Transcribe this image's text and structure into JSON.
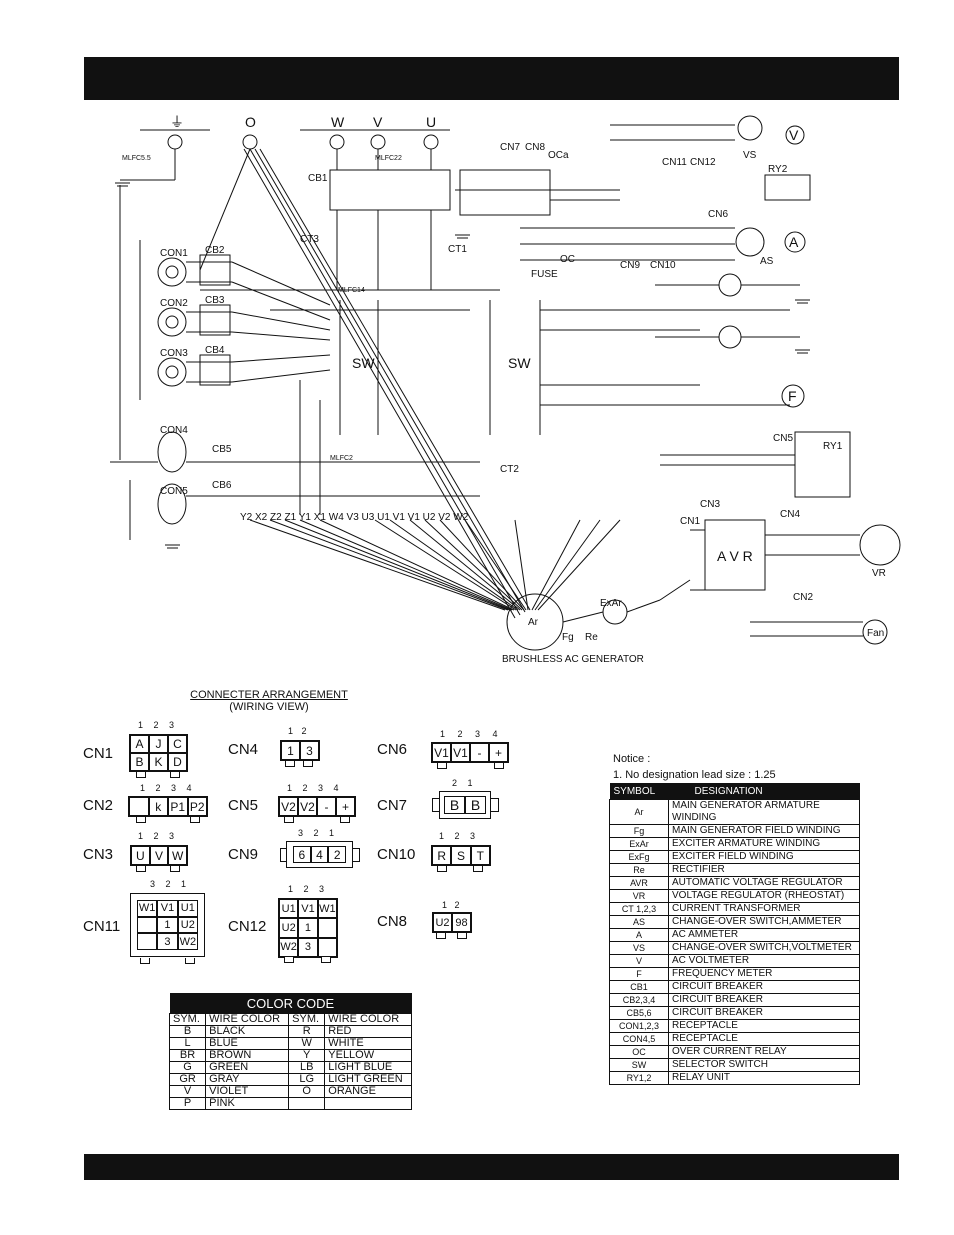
{
  "schematic": {
    "terminals": [
      "⏚",
      "O",
      "W",
      "V",
      "U"
    ],
    "generator_label": "BRUSHLESS AC GENERATOR",
    "labels": {
      "cb1": "CB1",
      "cb2": "CB2",
      "cb3": "CB3",
      "cb4": "CB4",
      "cb5": "CB5",
      "cb6": "CB6",
      "con1": "CON1",
      "con2": "CON2",
      "con3": "CON3",
      "con4": "CON4",
      "con5": "CON5",
      "ct3": "CT3",
      "ct2": "CT2",
      "ct1": "CT1",
      "sw_left": "SW",
      "sw_right": "SW",
      "avr": "A V R",
      "ar": "Ar",
      "exar": "ExAr",
      "fg": "Fg",
      "re": "Re",
      "vs": "VS",
      "as": "AS",
      "vr": "VR",
      "fan": "Fan",
      "fuse": "FUSE",
      "ry1": "RY1",
      "ry2": "RY2",
      "oc": "OCa",
      "dc": "OC",
      "cn7": "CN7",
      "cn8": "CN8",
      "cn9": "CN9",
      "cn10": "CN10",
      "cn11": "CN11",
      "cn12": "CN12",
      "cn6": "CN6",
      "cn5": "CN5",
      "cn3": "CN3",
      "cn1": "CN1",
      "cn2": "CN2",
      "cn4": "CN4",
      "meter_v": "V",
      "meter_a": "A",
      "meter_f": "F",
      "mlfc14": "MLFC14",
      "mlfc22": "MLFC22",
      "mlfc2": "MLFC2",
      "mlfc55": "MLFC5.5",
      "bottom_wires": "Y2 X2 Z2 Z1 Y1 X1 W4 V3 U3 U1 V1 V1 U2 V2 W2"
    }
  },
  "connector_arrangement": {
    "title": "CONNECTER ARRANGEMENT",
    "subtitle": "(WIRING VIEW)",
    "connectors": [
      {
        "name": "CN1",
        "pins": "1 2 3",
        "cells": [
          "A",
          "J",
          "C",
          "B",
          "K",
          "D"
        ]
      },
      {
        "name": "CN2",
        "pins": "1 2 3 4",
        "cells": [
          "",
          "k",
          "P1",
          "P2"
        ]
      },
      {
        "name": "CN3",
        "pins": "1 2 3",
        "cells": [
          "U",
          "V",
          "W"
        ]
      },
      {
        "name": "CN4",
        "pins": "1 2",
        "cells": [
          "1",
          "3"
        ]
      },
      {
        "name": "CN5",
        "pins": "1 2 3 4",
        "cells": [
          "V2",
          "V2",
          "-",
          "+"
        ]
      },
      {
        "name": "CN6",
        "pins": "1 2 3 4",
        "cells": [
          "V1",
          "V1",
          "-",
          "+"
        ]
      },
      {
        "name": "CN7",
        "pins": "2 1",
        "cells": [
          "B",
          "B"
        ]
      },
      {
        "name": "CN8",
        "pins": "1 2",
        "cells": [
          "U2",
          "98"
        ]
      },
      {
        "name": "CN9",
        "pins": "3 2 1",
        "cells": [
          "6",
          "4",
          "2"
        ]
      },
      {
        "name": "CN10",
        "pins": "1 2 3",
        "cells": [
          "R",
          "S",
          "T"
        ]
      },
      {
        "name": "CN11",
        "pins": "3 2 1",
        "cells": [
          "W1",
          "V1",
          "U1",
          "",
          "1",
          "U2",
          "",
          "3",
          "W2"
        ]
      },
      {
        "name": "CN12",
        "pins": "1 2 3",
        "cells": [
          "U1",
          "V1",
          "W1",
          "U2",
          "1",
          "",
          "W2",
          "3",
          ""
        ]
      }
    ]
  },
  "color_code": {
    "title": "COLOR CODE",
    "headers": [
      "SYM.",
      "WIRE COLOR",
      "SYM.",
      "WIRE COLOR"
    ],
    "rows": [
      [
        "B",
        "BLACK",
        "R",
        "RED"
      ],
      [
        "L",
        "BLUE",
        "W",
        "WHITE"
      ],
      [
        "BR",
        "BROWN",
        "Y",
        "YELLOW"
      ],
      [
        "G",
        "GREEN",
        "LB",
        "LIGHT BLUE"
      ],
      [
        "GR",
        "GRAY",
        "LG",
        "LIGHT GREEN"
      ],
      [
        "V",
        "VIOLET",
        "O",
        "ORANGE"
      ],
      [
        "P",
        "PINK",
        "",
        ""
      ]
    ]
  },
  "notice": {
    "heading": "Notice :",
    "line1": "1. No designation lead size : 1.25"
  },
  "legend": {
    "headers": [
      "SYMBOL",
      "DESIGNATION"
    ],
    "rows": [
      [
        "Ar",
        "MAIN GENERATOR ARMATURE WINDING"
      ],
      [
        "Fg",
        "MAIN GENERATOR FIELD WINDING"
      ],
      [
        "ExAr",
        "EXCITER ARMATURE WINDING"
      ],
      [
        "ExFg",
        "EXCITER FIELD WINDING"
      ],
      [
        "Re",
        "RECTIFIER"
      ],
      [
        "AVR",
        "AUTOMATIC VOLTAGE REGULATOR"
      ],
      [
        "VR",
        "VOLTAGE REGULATOR (RHEOSTAT)"
      ],
      [
        "CT 1,2,3",
        "CURRENT TRANSFORMER"
      ],
      [
        "AS",
        "CHANGE-OVER SWITCH,AMMETER"
      ],
      [
        "A",
        "AC AMMETER"
      ],
      [
        "VS",
        "CHANGE-OVER SWITCH,VOLTMETER"
      ],
      [
        "V",
        "AC VOLTMETER"
      ],
      [
        "F",
        "FREQUENCY METER"
      ],
      [
        "CB1",
        "CIRCUIT BREAKER"
      ],
      [
        "CB2,3,4",
        "CIRCUIT BREAKER"
      ],
      [
        "CB5,6",
        "CIRCUIT BREAKER"
      ],
      [
        "CON1,2,3",
        "RECEPTACLE"
      ],
      [
        "CON4,5",
        "RECEPTACLE"
      ],
      [
        "OC",
        "OVER CURRENT RELAY"
      ],
      [
        "SW",
        "SELECTOR SWITCH"
      ],
      [
        "RY1,2",
        "RELAY UNIT"
      ]
    ]
  }
}
